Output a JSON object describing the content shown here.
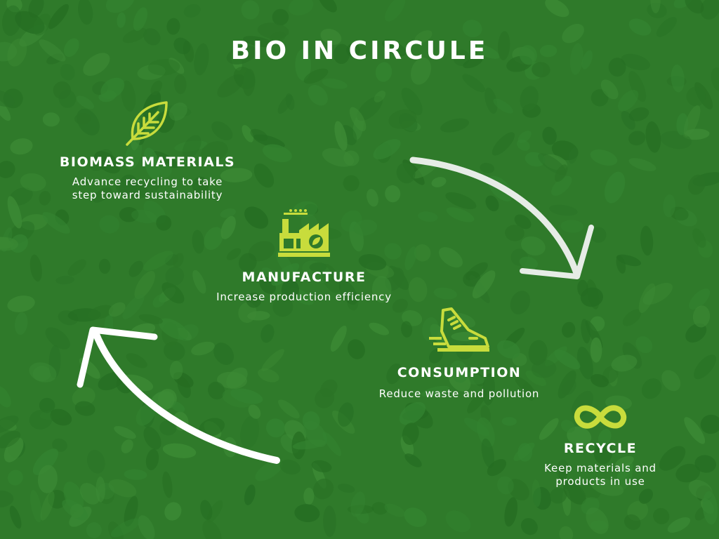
{
  "title": "BIO IN CIRCULE",
  "colors": {
    "background": "#2f7a2a",
    "leaf_dark": "#256d22",
    "leaf_light": "#3c8a35",
    "icon_accent": "#c8dc3c",
    "text": "#ffffff",
    "arrow": "#e6ece6"
  },
  "steps": [
    {
      "icon": "leaf-icon",
      "heading": "BIOMASS MATERIALS",
      "description": "Advance recycling to take\nstep toward sustainability"
    },
    {
      "icon": "factory-icon",
      "heading": "MANUFACTURE",
      "description": "Increase production efficiency"
    },
    {
      "icon": "sneaker-icon",
      "heading": "CONSUMPTION",
      "description": "Reduce waste and pollution"
    },
    {
      "icon": "infinity-icon",
      "heading": "RECYCLE",
      "description": "Keep materials and\nproducts in use"
    }
  ]
}
